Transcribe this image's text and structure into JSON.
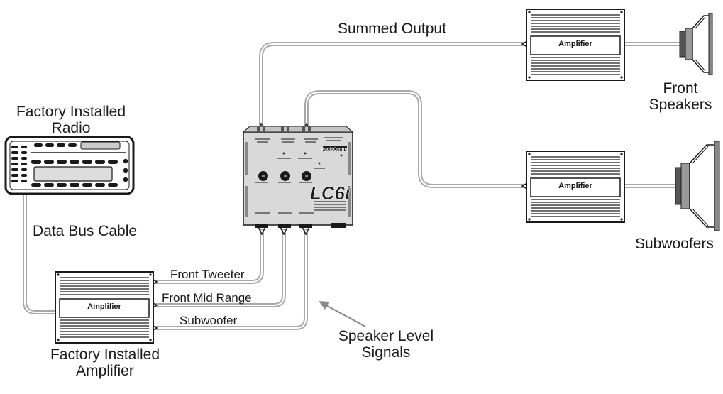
{
  "labels": {
    "factory_radio": "Factory Installed\nRadio",
    "data_bus": "Data Bus Cable",
    "factory_amp": "Factory Installed\nAmplifier",
    "front_tweeter": "Front Tweeter",
    "front_mid": "Front Mid Range",
    "subwoofer_line": "Subwoofer",
    "speaker_level": "Speaker Level\nSignals",
    "summed_output": "Summed Output",
    "front_speakers": "Front\nSpeakers",
    "subwoofers": "Subwoofers"
  },
  "amplifiers": {
    "factory": "Amplifier",
    "front": "Amplifier",
    "sub": "Amplifier"
  },
  "device": {
    "brand": "AudioControl",
    "model": "LC6i"
  },
  "colors": {
    "wire": "#a8a8a8",
    "line": "#1a1a1a",
    "device_body": "#d9d9d9"
  }
}
